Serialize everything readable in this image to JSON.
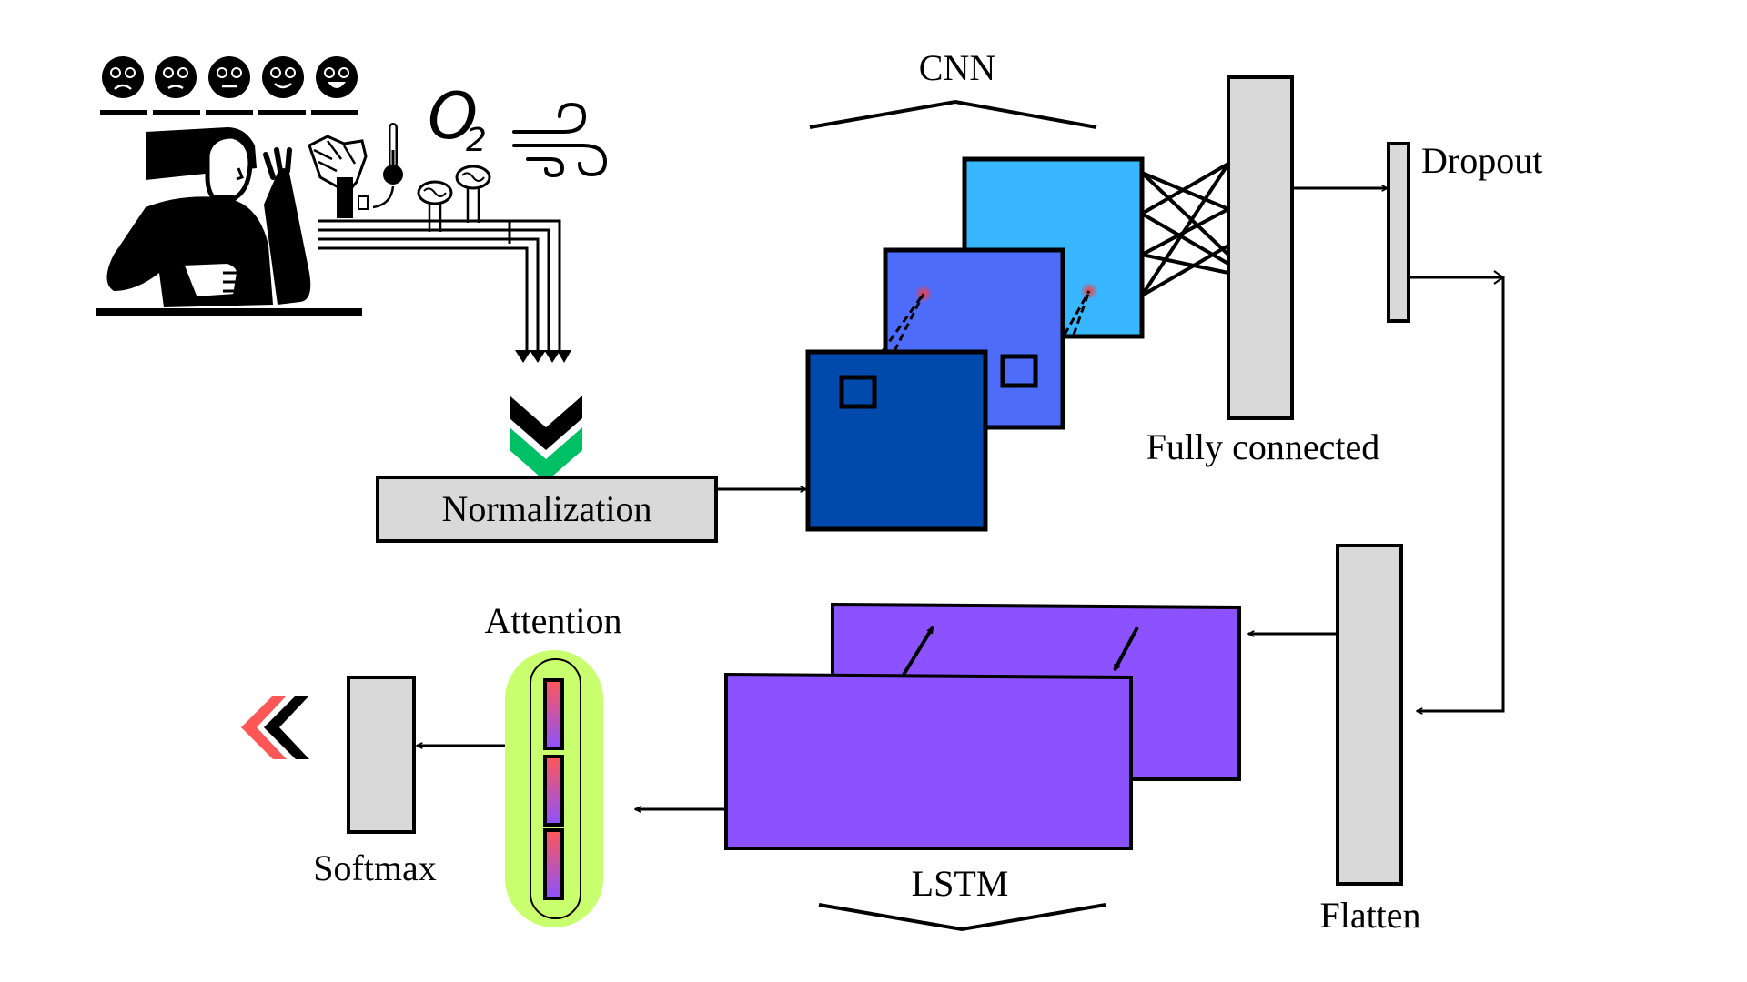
{
  "labels": {
    "cnn": "CNN",
    "normalization": "Normalization",
    "fully_connected": "Fully connected",
    "dropout": "Dropout",
    "flatten": "Flatten",
    "lstm": "LSTM",
    "attention": "Attention",
    "softmax": "Softmax",
    "o2_main": "O",
    "o2_sub": "2"
  },
  "colors": {
    "cnn_back": "#38b6ff",
    "cnn_mid": "#4d6cfa",
    "cnn_front": "#004aad",
    "lstm": "#8c52ff",
    "attention_bg": "#c9ff6e",
    "gray_block": "#d9d9d9",
    "green_chevron": "#00c065",
    "red_chevron": "#ff5757"
  },
  "icons": {
    "emotions": [
      "sad-face-icon",
      "frown-face-icon",
      "neutral-face-icon",
      "smile-face-icon",
      "grin-face-icon"
    ],
    "sensors": [
      "person-icon",
      "hand-sensor-icon",
      "thermometer-icon",
      "light-sensor-icon",
      "oxygen-icon",
      "wind-icon"
    ]
  }
}
